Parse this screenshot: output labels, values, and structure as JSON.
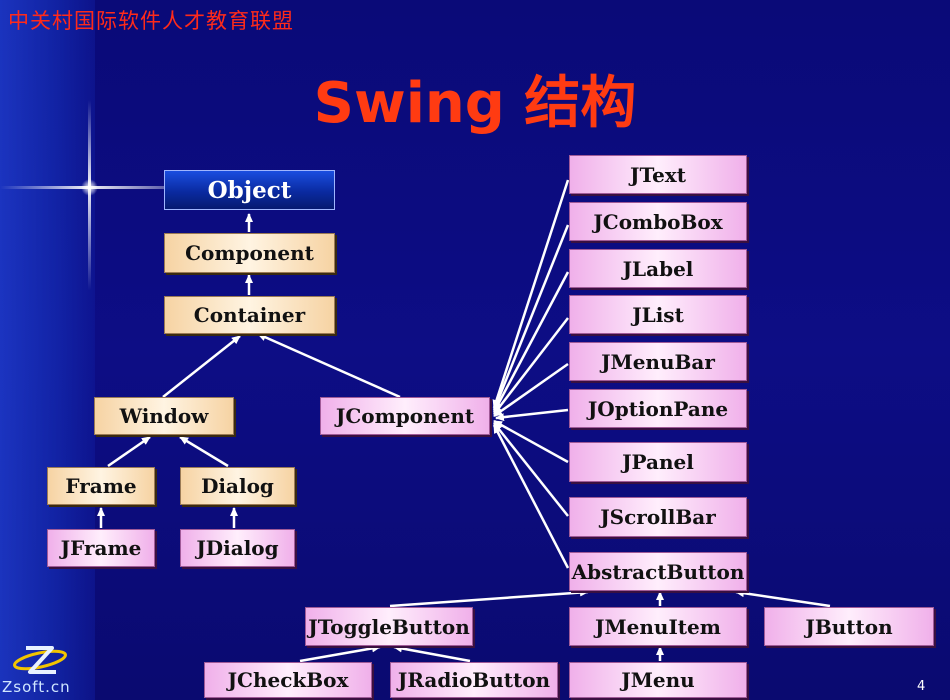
{
  "header": {
    "organization": "中关村国际软件人才教育联盟",
    "title": "Swing 结构",
    "page_number": "4"
  },
  "logo": {
    "text": "Zsoft.cn"
  },
  "nodes": {
    "object": "Object",
    "component": "Component",
    "container": "Container",
    "window": "Window",
    "jcomponent": "JComponent",
    "frame": "Frame",
    "dialog": "Dialog",
    "jframe": "JFrame",
    "jdialog": "JDialog",
    "jtext": "JText",
    "jcombobox": "JComboBox",
    "jlabel": "JLabel",
    "jlist": "JList",
    "jmenubar": "JMenuBar",
    "joptionpane": "JOptionPane",
    "jpanel": "JPanel",
    "jscrollbar": "JScrollBar",
    "abstractbutton": "AbstractButton",
    "jtogglebutton": "JToggleButton",
    "jmenuitem": "JMenuItem",
    "jbutton": "JButton",
    "jcheckbox": "JCheckBox",
    "jradiobutton": "JRadioButton",
    "jmenu": "JMenu"
  },
  "colors": {
    "background": "#0c0c7a",
    "title": "#ff3b12",
    "organization": "#ff2a1a",
    "class_box": "#f6d3a3",
    "swing_box": "#f0b0ea",
    "root_box": "#0a2aa0",
    "arrow": "#ffffff"
  }
}
